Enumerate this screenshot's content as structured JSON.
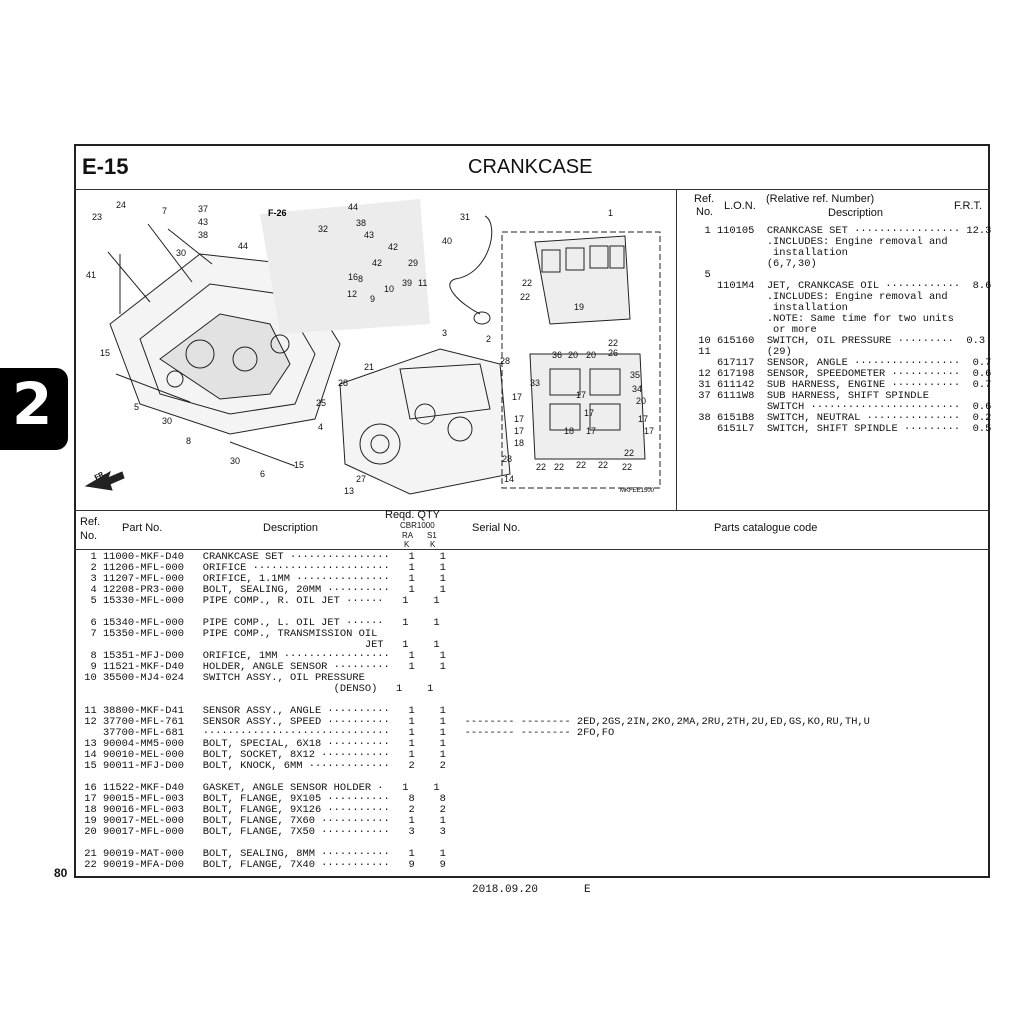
{
  "header": {
    "section_code": "E-15",
    "title": "CRANKCASE"
  },
  "side_tab": {
    "label": "2"
  },
  "page_number": "80",
  "footer": {
    "date": "2018.09.20",
    "edition": "E"
  },
  "diagram": {
    "fig_ref": "F-26",
    "code": "MKFEE1500",
    "front_label": "FR.",
    "callouts": [
      "1",
      "2",
      "3",
      "4",
      "5",
      "6",
      "7",
      "8",
      "9",
      "10",
      "11",
      "12",
      "13",
      "14",
      "15",
      "16",
      "17",
      "18",
      "19",
      "20",
      "21",
      "22",
      "23",
      "24",
      "25",
      "26",
      "27",
      "28",
      "29",
      "30",
      "31",
      "32",
      "33",
      "34",
      "35",
      "36",
      "37",
      "38",
      "39",
      "40",
      "41",
      "42",
      "43",
      "44"
    ]
  },
  "right_table": {
    "headers": {
      "ref": "Ref.",
      "no": "No.",
      "lon": "L.O.N.",
      "relative": "(Relative ref. Number)",
      "description": "Description",
      "frt": "F.R.T."
    },
    "lines": [
      "  1 110105  CRANKCASE SET ················· 12.3",
      "            .INCLUDES: Engine removal and",
      "             installation",
      "            (6,7,30)",
      "  5",
      "    1101M4  JET, CRANKCASE OIL ············  8.6",
      "            .INCLUDES: Engine removal and",
      "             installation",
      "            .NOTE: Same time for two units",
      "             or more",
      " 10 615160  SWITCH, OIL PRESSURE ·········  0.3",
      " 11         (29)",
      "    617117  SENSOR, ANGLE ·················  0.7",
      " 12 617198  SENSOR, SPEEDOMETER ···········  0.6",
      " 31 611142  SUB HARNESS, ENGINE ···········  0.7",
      " 37 6111W8  SUB HARNESS, SHIFT SPINDLE",
      "            SWITCH ························  0.6",
      " 38 6151B8  SWITCH, NEUTRAL ···············  0.2",
      "    6151L7  SWITCH, SHIFT SPINDLE ·········  0.5"
    ]
  },
  "parts_table": {
    "headers": {
      "ref": "Ref.",
      "no": "No.",
      "part_no": "Part No.",
      "description": "Description",
      "reqd_qty": "Reqd. QTY",
      "model": "CBR1000",
      "ra": "RA",
      "s1": "S1",
      "k1": "K",
      "k2": "K",
      "serial": "Serial No.",
      "catalogue": "Parts catalogue code"
    },
    "lines": [
      "  1 11000-MKF-D40   CRANKCASE SET ················   1    1",
      "  2 11206-MFL-000   ORIFICE ······················   1    1",
      "  3 11207-MFL-000   ORIFICE, 1.1MM ···············   1    1",
      "  4 12208-PR3-000   BOLT, SEALING, 20MM ··········   1    1",
      "  5 15330-MFL-000   PIPE COMP., R. OIL JET ······   1    1",
      "",
      "  6 15340-MFL-000   PIPE COMP., L. OIL JET ······   1    1",
      "  7 15350-MFL-000   PIPE COMP., TRANSMISSION OIL",
      "                                              JET   1    1",
      "  8 15351-MFJ-D00   ORIFICE, 1MM ·················   1    1",
      "  9 11521-MKF-D40   HOLDER, ANGLE SENSOR ·········   1    1",
      " 10 35500-MJ4-024   SWITCH ASSY., OIL PRESSURE",
      "                                         (DENSO)   1    1",
      "",
      " 11 38800-MKF-D41   SENSOR ASSY., ANGLE ··········   1    1",
      " 12 37700-MFL-761   SENSOR ASSY., SPEED ··········   1    1   -------- -------- 2ED,2GS,2IN,2KO,2MA,2RU,2TH,2U,ED,GS,KO,RU,TH,U",
      "    37700-MFL-681   ······························   1    1   -------- -------- 2FO,FO",
      " 13 90004-MM5-000   BOLT, SPECIAL, 6X18 ··········   1    1",
      " 14 90010-MEL-000   BOLT, SOCKET, 8X12 ···········   1    1",
      " 15 90011-MFJ-D00   BOLT, KNOCK, 6MM ·············   2    2",
      "",
      " 16 11522-MKF-D40   GASKET, ANGLE SENSOR HOLDER ·   1    1",
      " 17 90015-MFL-003   BOLT, FLANGE, 9X105 ··········   8    8",
      " 18 90016-MFL-003   BOLT, FLANGE, 9X126 ··········   2    2",
      " 19 90017-MEL-000   BOLT, FLANGE, 7X60 ···········   1    1",
      " 20 90017-MFL-000   BOLT, FLANGE, 7X50 ···········   3    3",
      "",
      " 21 90019-MAT-000   BOLT, SEALING, 8MM ···········   1    1",
      " 22 90019-MFA-D00   BOLT, FLANGE, 7X40 ···········   9    9"
    ]
  }
}
